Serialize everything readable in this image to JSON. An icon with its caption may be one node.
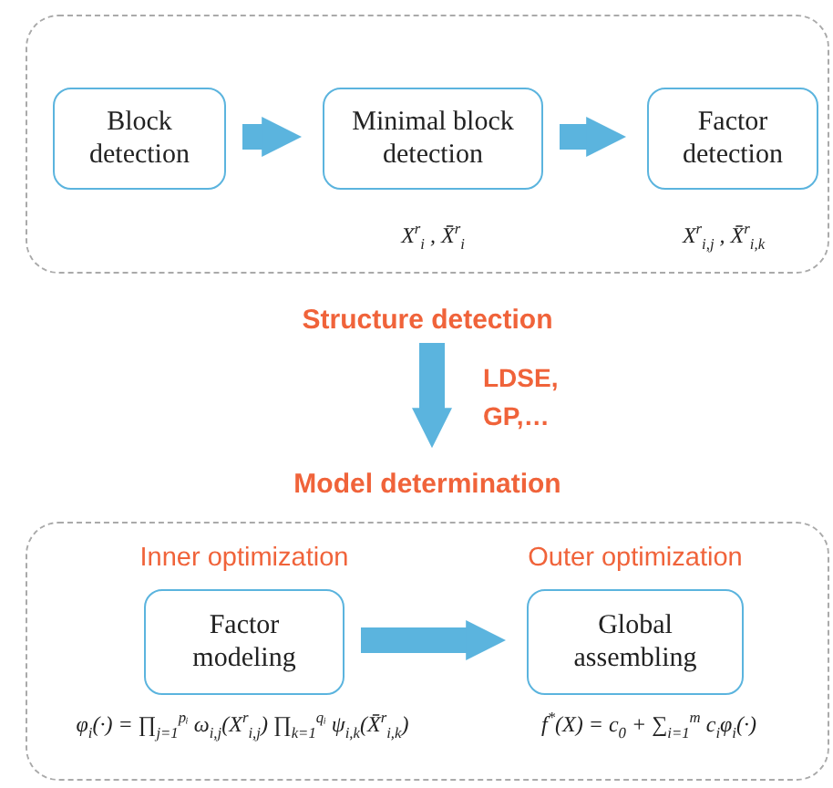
{
  "diagram": {
    "nodes": [
      {
        "text": [
          "Structure detection"
        ]
      },
      {
        "text": [
          "Block detection"
        ],
        "in": 0
      },
      {
        "text": [
          "Minimal block detection"
        ],
        "in": 0,
        "beside": [
          "X$^{r}$$_{i}$ , X̄$^{r}$$_{i}$"
        ]
      },
      {
        "text": [
          "Factor detection"
        ],
        "in": 0,
        "beside": [
          "X$^{r}$$_{i,j}$ , X̄$^{r}$$_{i,k}$"
        ]
      },
      {
        "text": [
          "Model determination"
        ]
      },
      {
        "text": [
          "Inner optimization",
          "Factor modeling"
        ],
        "in": 4,
        "beside": [
          "φ$_{i}$(·) = ∏$_{j=1}$$^{pᵢ}$ ω$_{i,j}$(X$^{r}$$_{i,j}$) ∏$_{k=1}$$^{qᵢ}$ ψ$_{i,k}$(X̄$^{r}$$_{i,k}$)"
        ]
      },
      {
        "text": [
          "Outer optimization",
          "Global assembling"
        ],
        "in": 4,
        "beside": [
          "f$^{*}$(X) = c$_{0}$ + ∑$_{i=1}$$^{m}$ c$_{i}$φ$_{i}$(·)"
        ]
      }
    ],
    "edges": [
      {
        "from": 1,
        "to": 2,
        "arrow": "to"
      },
      {
        "from": 2,
        "to": 3,
        "arrow": "to"
      },
      {
        "from": 0,
        "to": 4,
        "arrow": "to",
        "label": "LDSE, GP,…"
      },
      {
        "from": 5,
        "to": 6,
        "arrow": "to"
      }
    ]
  }
}
